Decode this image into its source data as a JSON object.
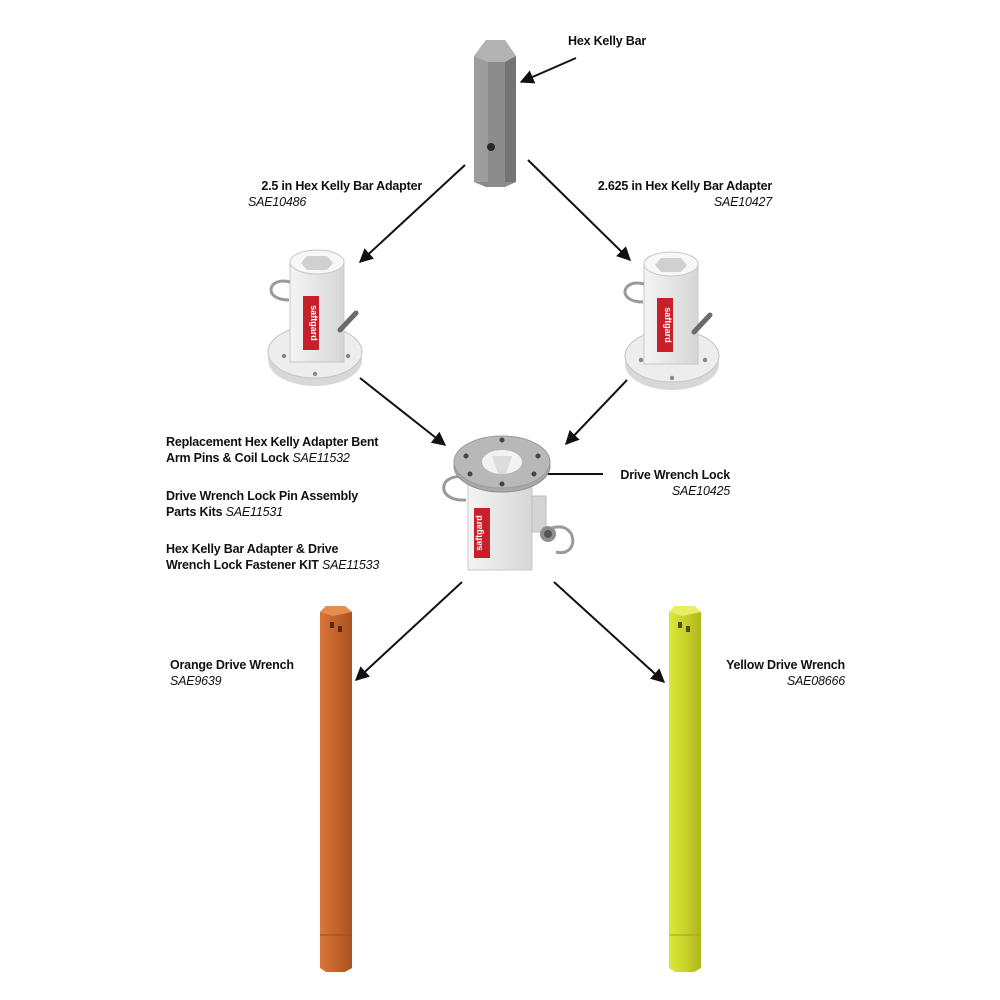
{
  "labels": {
    "hex_kelly_bar": {
      "name": "Hex Kelly Bar"
    },
    "adapter_25": {
      "name": "2.5 in Hex Kelly Bar Adapter",
      "part": "SAE10486"
    },
    "adapter_2625": {
      "name": "2.625 in Hex Kelly Bar Adapter",
      "part": "SAE10427"
    },
    "replacement_pins": {
      "line1": "Replacement Hex Kelly Adapter Bent",
      "line2": "Arm Pins & Coil Lock",
      "part": "SAE11532"
    },
    "lock_pin_kits": {
      "line1": "Drive Wrench Lock Pin Assembly",
      "line2": "Parts Kits",
      "part": "SAE11531"
    },
    "fastener_kit": {
      "line1": "Hex Kelly Bar Adapter & Drive",
      "line2": "Wrench Lock Fastener KIT",
      "part": "SAE11533"
    },
    "drive_wrench_lock": {
      "name": "Drive Wrench Lock",
      "part": "SAE10425"
    },
    "orange_wrench": {
      "name": "Orange Drive Wrench",
      "part": "SAE9639"
    },
    "yellow_wrench": {
      "name": "Yellow Drive Wrench",
      "part": "SAE08666"
    }
  },
  "brand_mark": "saftgard",
  "colors": {
    "kelly_bar": "#8a8a8a",
    "adapter_body": "#e9e9e9",
    "brand_red": "#c8202a",
    "orange_wrench": "#c9692a",
    "yellow_wrench": "#cdd62a",
    "arrow": "#111111"
  }
}
